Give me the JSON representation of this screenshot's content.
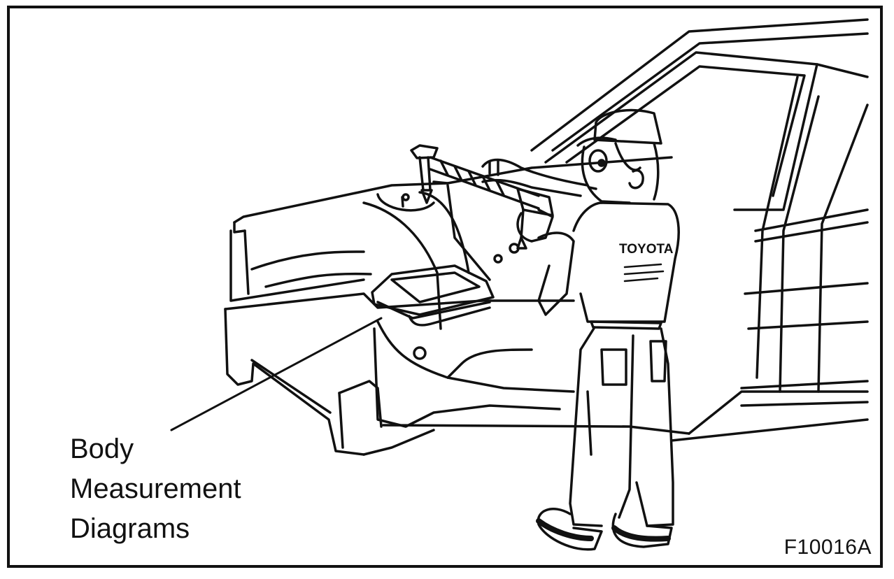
{
  "callout": {
    "lines": [
      "Body",
      "Measurement",
      "Diagrams"
    ]
  },
  "figure_code": "F10016A",
  "badge": "TOYOTA",
  "colors": {
    "line": "#111111",
    "background": "#ffffff"
  }
}
